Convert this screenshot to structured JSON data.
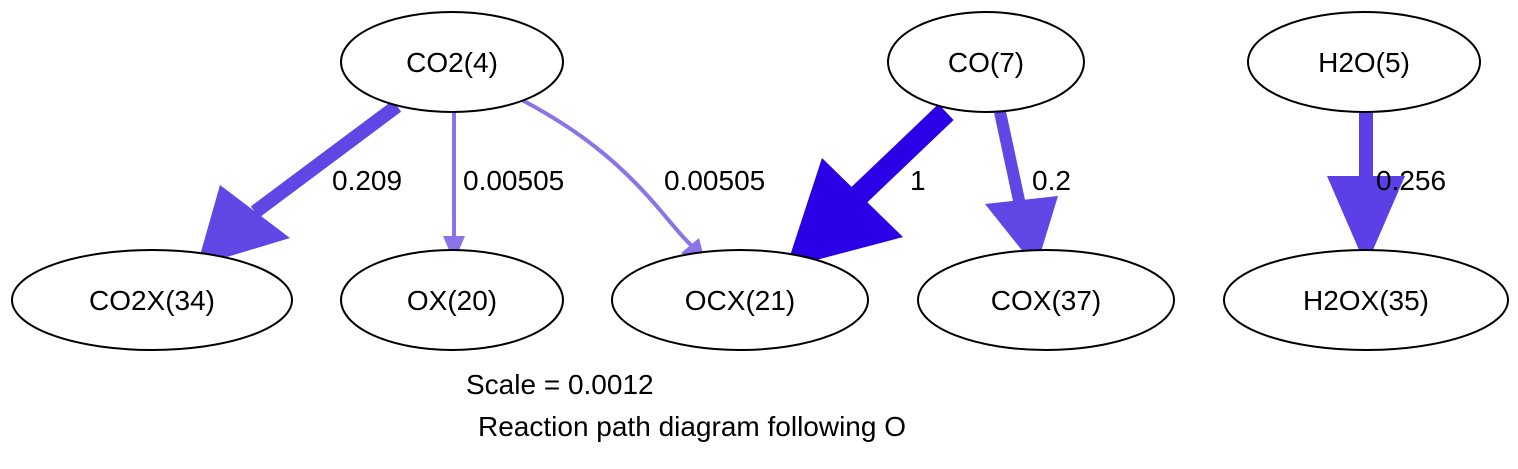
{
  "diagram": {
    "nodes": {
      "co2_4": "CO2(4)",
      "co_7": "CO(7)",
      "h2o_5": "H2O(5)",
      "co2x_34": "CO2X(34)",
      "ox_20": "OX(20)",
      "ocx_21": "OCX(21)",
      "cox_37": "COX(37)",
      "h2ox_35": "H2OX(35)"
    },
    "edges": {
      "co2_to_co2x": {
        "label": "0.209",
        "color": "#6146e6"
      },
      "co2_to_ox": {
        "label": "0.00505",
        "color": "#8b73e8"
      },
      "co2_to_ocx": {
        "label": "0.00505",
        "color": "#8b73e8"
      },
      "co_to_ocx": {
        "label": "1",
        "color": "#2b00e6"
      },
      "co_to_cox": {
        "label": "0.2",
        "color": "#6146e6"
      },
      "h2o_to_h2ox": {
        "label": "0.256",
        "color": "#5c3fe6"
      }
    },
    "scale_text": "Scale = 0.0012",
    "title": "Reaction path diagram following O"
  }
}
